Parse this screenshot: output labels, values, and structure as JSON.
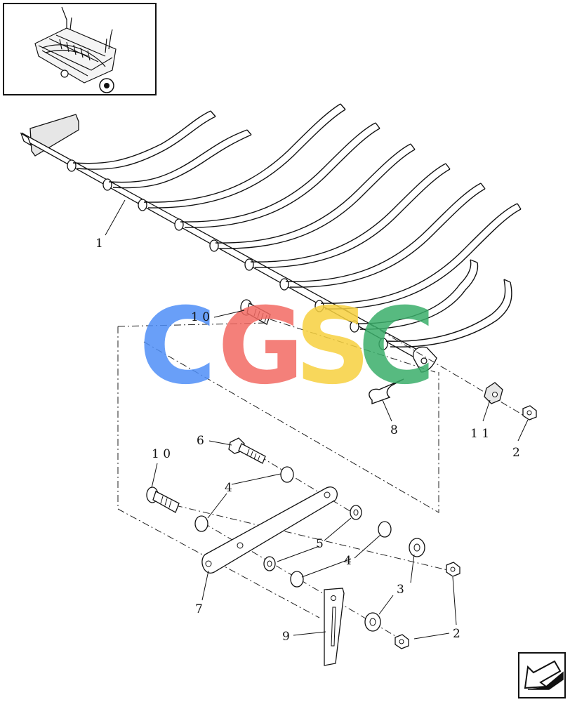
{
  "watermark": {
    "letters": [
      "C",
      "G",
      "S",
      "C"
    ],
    "colors": [
      "#4f8ff7",
      "#f36a63",
      "#f7d13f",
      "#3aae6a"
    ]
  },
  "callouts": [
    {
      "id": "1",
      "text": "1"
    },
    {
      "id": "10a",
      "text": "1 0"
    },
    {
      "id": "8",
      "text": "8"
    },
    {
      "id": "11",
      "text": "1 1"
    },
    {
      "id": "2a",
      "text": "2"
    },
    {
      "id": "6",
      "text": "6"
    },
    {
      "id": "10b",
      "text": "1 0"
    },
    {
      "id": "4a",
      "text": "4"
    },
    {
      "id": "5",
      "text": "5"
    },
    {
      "id": "4b",
      "text": "4"
    },
    {
      "id": "3",
      "text": "3"
    },
    {
      "id": "7",
      "text": "7"
    },
    {
      "id": "9",
      "text": "9"
    },
    {
      "id": "2b",
      "text": "2"
    }
  ],
  "icons": {
    "overview": "baler-overview-thumbnail-icon",
    "navigation": "next-page-arrow-icon"
  }
}
